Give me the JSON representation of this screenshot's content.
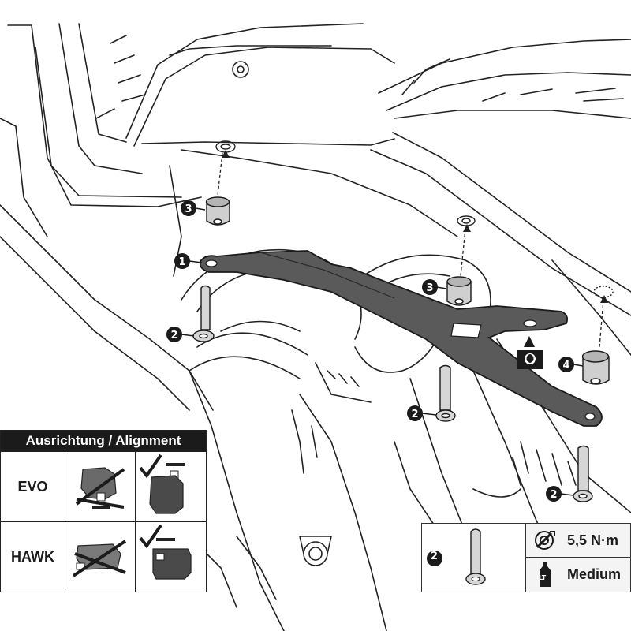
{
  "callouts": {
    "bracket": "1",
    "screw_left": "2",
    "spacer_left": "3",
    "spacer_middle": "3",
    "screw_middle": "2",
    "spacer_right": "4",
    "screw_right": "2",
    "spec_screw": "2"
  },
  "alignment_table": {
    "header": "Ausrichtung / Alignment",
    "rows": [
      {
        "label": "EVO"
      },
      {
        "label": "HAWK"
      }
    ]
  },
  "spec": {
    "torque": "5,5 N·m",
    "threadlocker_icon_text": "LT",
    "threadlocker": "Medium"
  },
  "icons": [
    "torque-wrench-icon",
    "threadlocker-bottle-icon",
    "threadlocker-drop-icon",
    "check-icon",
    "cross-icon"
  ]
}
